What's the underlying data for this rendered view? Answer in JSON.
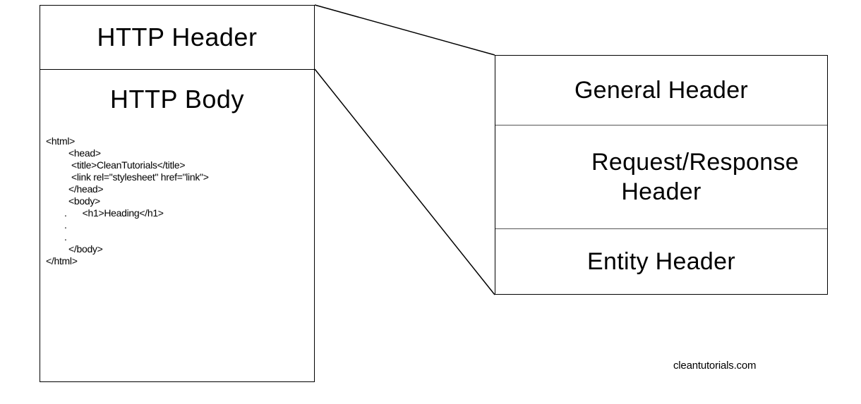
{
  "message": {
    "header_label": "HTTP Header",
    "body_label": "HTTP Body",
    "code_lines": {
      "l1": "<html>",
      "l2": "<head>",
      "l3": "<title>CleanTutorials</title>",
      "l4": "<link rel=\"stylesheet\" href=\"link\">",
      "l5": "</head>",
      "l6": "<body>",
      "l7_dot": ".",
      "l7_text": "<h1>Heading</h1>",
      "l8": ".",
      "l9": ".",
      "l10": "</body>",
      "l11": "</html>"
    }
  },
  "header_types": {
    "general": "General Header",
    "request_response_line1": "Request/Response",
    "request_response_line2": "Header",
    "entity": "Entity Header"
  },
  "watermark": "cleantutorials.com",
  "colors": {
    "line": "#000000",
    "background": "#ffffff",
    "divider": "#555555"
  }
}
